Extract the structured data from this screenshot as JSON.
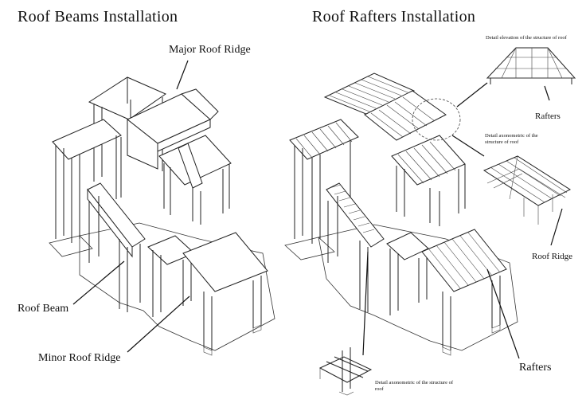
{
  "left_panel": {
    "title": "Roof Beams Installation",
    "labels": {
      "major_ridge": "Major Roof Ridge",
      "roof_beam": "Roof Beam",
      "minor_ridge": "Minor Roof Ridge"
    }
  },
  "right_panel": {
    "title": "Roof Rafters Installation",
    "labels": {
      "detail_elevation": "Detail elevation of the structure of roof",
      "rafters_top": "Rafters",
      "detail_axo_top": "Detail axonometric of the structure of roof",
      "roof_ridge": "Roof Ridge",
      "rafters_bottom": "Rafters",
      "detail_axo_bottom": "Detail axonometric of the structure of roof"
    }
  }
}
